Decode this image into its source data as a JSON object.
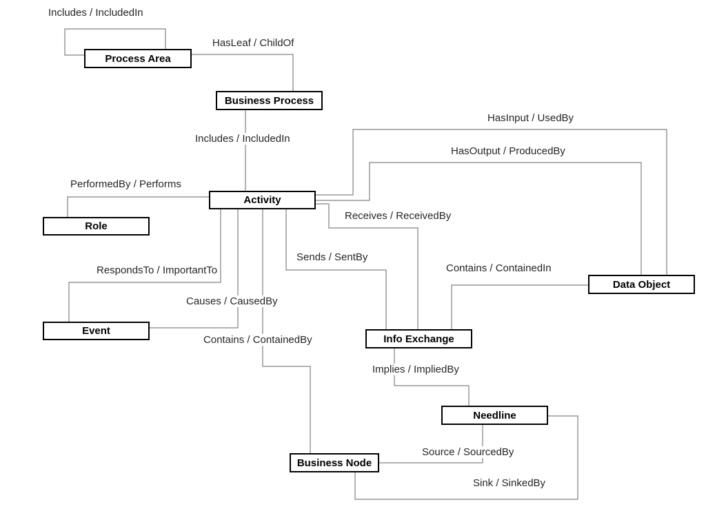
{
  "diagram": {
    "nodes": {
      "process_area": {
        "label": "Process Area"
      },
      "business_process": {
        "label": "Business Process"
      },
      "activity": {
        "label": "Activity"
      },
      "role": {
        "label": "Role"
      },
      "event": {
        "label": "Event"
      },
      "info_exchange": {
        "label": "Info Exchange"
      },
      "data_object": {
        "label": "Data Object"
      },
      "needline": {
        "label": "Needline"
      },
      "business_node": {
        "label": "Business Node"
      }
    },
    "edges": {
      "includes_self": {
        "label": "Includes / IncludedIn",
        "between": [
          "Process Area",
          "Process Area"
        ]
      },
      "has_leaf": {
        "label": "HasLeaf / ChildOf",
        "between": [
          "Process Area",
          "Business Process"
        ]
      },
      "includes": {
        "label": "Includes / IncludedIn",
        "between": [
          "Business Process",
          "Activity"
        ]
      },
      "performed_by": {
        "label": "PerformedBy / Performs",
        "between": [
          "Activity",
          "Role"
        ]
      },
      "responds_to": {
        "label": "RespondsTo / ImportantTo",
        "between": [
          "Activity",
          "Event"
        ]
      },
      "causes": {
        "label": "Causes / CausedBy",
        "between": [
          "Activity",
          "Event"
        ]
      },
      "contains_by": {
        "label": "Contains / ContainedBy",
        "between": [
          "Activity",
          "Business Node"
        ]
      },
      "receives": {
        "label": "Receives / ReceivedBy",
        "between": [
          "Activity",
          "Info Exchange"
        ]
      },
      "sends": {
        "label": "Sends / SentBy",
        "between": [
          "Activity",
          "Info Exchange"
        ]
      },
      "has_input": {
        "label": "HasInput / UsedBy",
        "between": [
          "Activity",
          "Data Object"
        ]
      },
      "has_output": {
        "label": "HasOutput / ProducedBy",
        "between": [
          "Activity",
          "Data Object"
        ]
      },
      "contains_in": {
        "label": "Contains / ContainedIn",
        "between": [
          "Info Exchange",
          "Data Object"
        ]
      },
      "implies": {
        "label": "Implies / ImpliedBy",
        "between": [
          "Info Exchange",
          "Needline"
        ]
      },
      "source": {
        "label": "Source / SourcedBy",
        "between": [
          "Needline",
          "Business Node"
        ]
      },
      "sink": {
        "label": "Sink / SinkedBy",
        "between": [
          "Needline",
          "Business Node"
        ]
      }
    },
    "colors": {
      "background": "#ffffff",
      "node_border": "#000000",
      "node_fill": "#ffffff",
      "line": "#808080",
      "text": "#262626"
    }
  }
}
